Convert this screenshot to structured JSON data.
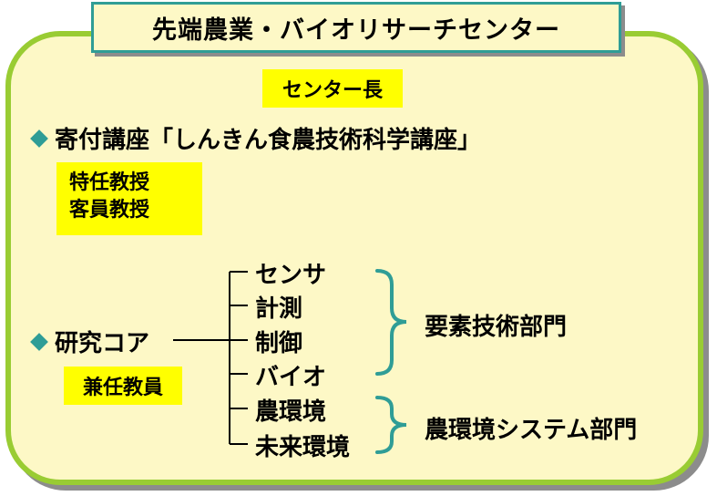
{
  "title": "先端農業・バイオリサーチセンター",
  "director": "センター長",
  "endowed_course": {
    "heading": "寄付講座「しんきん食農技術科学講座」",
    "positions": [
      "特任教授",
      "客員教授"
    ]
  },
  "research_core": {
    "heading": "研究コア",
    "staff": "兼任教員",
    "fields": [
      "センサ",
      "計測",
      "制御",
      "バイオ",
      "農環境",
      "未来環境"
    ],
    "departments": [
      "要素技術部門",
      "農環境システム部門"
    ]
  },
  "colors": {
    "panel_bg": "#fdf8c6",
    "panel_border": "#99cc33",
    "title_border": "#2f9d96",
    "highlight": "#ffff00",
    "bullet": "#2f9d96",
    "brace": "#2f9d96"
  }
}
